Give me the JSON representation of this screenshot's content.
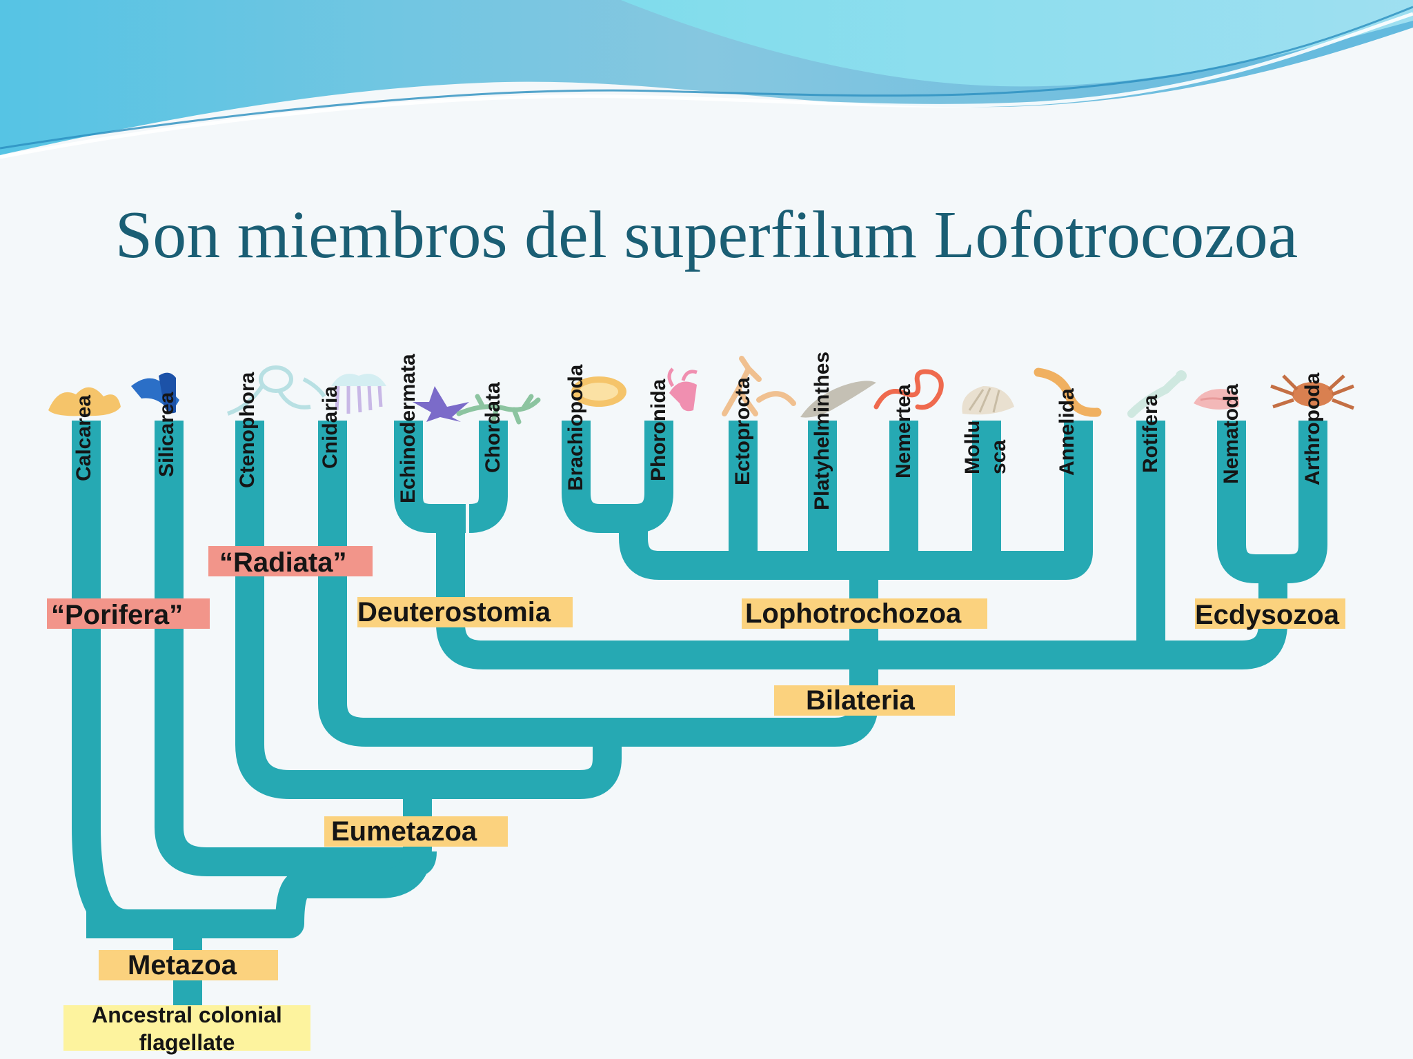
{
  "slide": {
    "title": "Son miembros del superfilum Lofotrocozoa"
  },
  "colors": {
    "title": "#1a5e74",
    "branch": "#26a9b3",
    "label_orange": "#fbd27e",
    "label_red": "#f2958a",
    "label_yellow": "#fdf39e",
    "wave_dark": "#2e9ac8",
    "wave_light": "#8fdaf0"
  },
  "taxa": [
    "Calcarea",
    "Silicarea",
    "Ctenophora",
    "Cnidaria",
    "Echinodermata",
    "Chordata",
    "Brachiopoda",
    "Phoronida",
    "Ectoprocta",
    "Platyhelminthes",
    "Nemertea",
    "Mollu",
    "sca",
    "Annelida",
    "Rotifera",
    "Nematoda",
    "Arthropoda"
  ],
  "clades": {
    "porifera": "“Porifera”",
    "radiata": "“Radiata”",
    "deuterostomia": "Deuterostomia",
    "lophotrochozoa": "Lophotrochozoa",
    "ecdysozoa": "Ecdysozoa",
    "bilateria": "Bilateria",
    "eumetazoa": "Eumetazoa",
    "metazoa": "Metazoa"
  },
  "root": {
    "line1": "Ancestral colonial",
    "line2": "flagellate"
  },
  "icons": [
    "sponge-icon",
    "glass-sponge-icon",
    "comb-jelly-icon",
    "jellyfish-icon",
    "starfish-icon",
    "lizard-icon",
    "lamp-shell-icon",
    "horseshoe-worm-icon",
    "bryozoan-icon",
    "flatworm-icon",
    "ribbon-worm-icon",
    "clam-shell-icon",
    "earthworm-icon",
    "rotifer-icon",
    "roundworm-icon",
    "crab-icon"
  ]
}
